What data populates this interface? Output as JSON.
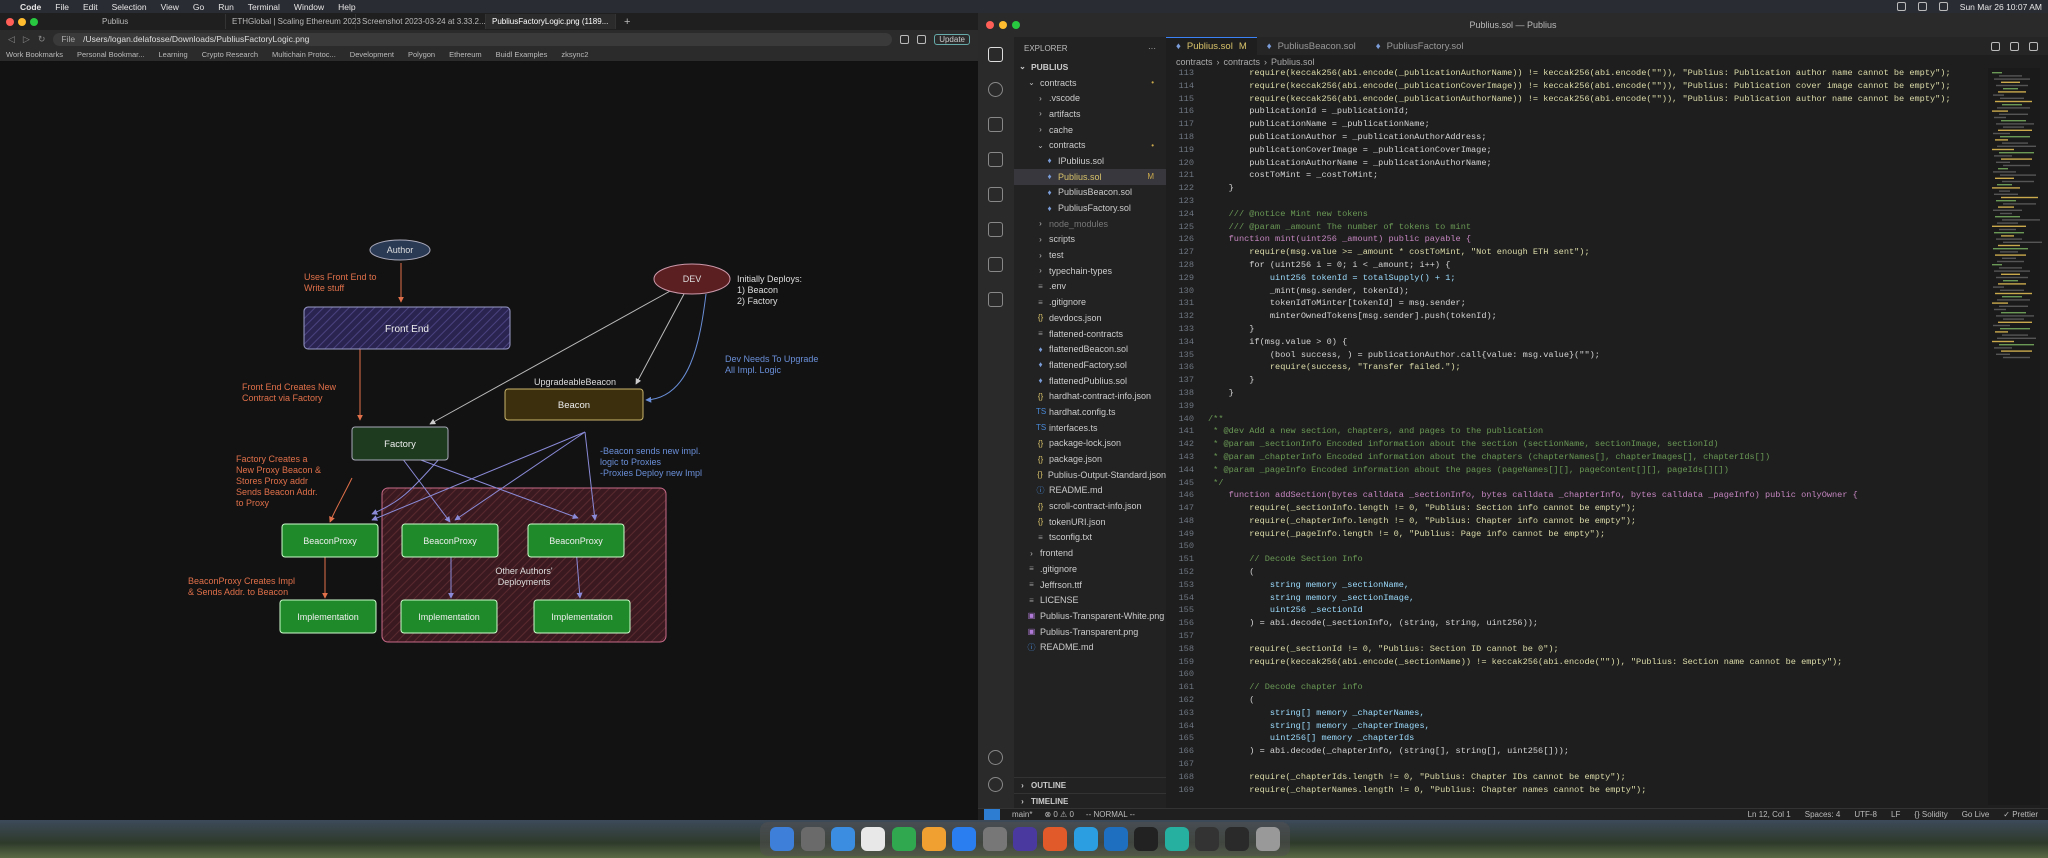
{
  "menubar": {
    "app": "Code",
    "items": [
      "File",
      "Edit",
      "Selection",
      "View",
      "Go",
      "Run",
      "Terminal",
      "Window",
      "Help"
    ],
    "datetime": "Sun Mar 26  10:07 AM"
  },
  "browser": {
    "tabs": [
      {
        "label": "Publius"
      },
      {
        "label": "ETHGlobal | Scaling Ethereum 2023"
      },
      {
        "label": "Screenshot 2023-03-24 at 3.33.2..."
      },
      {
        "label": "PubliusFactoryLogic.png (1189..."
      }
    ],
    "address_prefix": "File",
    "address": "/Users/logan.delafosse/Downloads/PubliusFactoryLogic.png",
    "update_label": "Update",
    "bookmarks": [
      "Work Bookmarks",
      "Personal Bookmar...",
      "Learning",
      "Crypto Research",
      "Multichain Protoc...",
      "Development",
      "Polygon",
      "Ethereum",
      "Buidl Examples",
      "zksync2"
    ]
  },
  "diagram": {
    "author": "Author",
    "dev": "DEV",
    "front_end": "Front End",
    "beacon_title": "UpgradeableBeacon",
    "beacon": "Beacon",
    "factory": "Factory",
    "proxy": "BeaconProxy",
    "implementation": "Implementation",
    "note_author": [
      "Uses Front End to",
      "Write stuff"
    ],
    "note_dev": [
      "Initially Deploys:",
      "1) Beacon",
      "2) Factory"
    ],
    "note_upgrade": [
      "Dev Needs To Upgrade",
      "All Impl. Logic"
    ],
    "note_frontend": [
      "Front End Creates New",
      "Contract via Factory"
    ],
    "note_factory": [
      "Factory Creates a",
      "New Proxy Beacon &",
      "Stores Proxy addr",
      "Sends Beacon Addr.",
      "to Proxy"
    ],
    "note_beacon": [
      "-Beacon sends new impl.",
      "logic to Proxies",
      "-Proxies Deploy new Impl"
    ],
    "note_proxy": [
      "BeaconProxy Creates Impl",
      "& Sends Addr. to Beacon"
    ],
    "note_other": [
      "Other Authors'",
      "Deployments"
    ]
  },
  "vscode": {
    "window_title": "Publius.sol — Publius",
    "explorer_title": "EXPLORER",
    "root": "PUBLIUS",
    "tree": [
      {
        "label": "contracts",
        "type": "folder-open",
        "indent": 1,
        "badge": "•"
      },
      {
        "label": ".vscode",
        "type": "folder",
        "indent": 2
      },
      {
        "label": "artifacts",
        "type": "folder",
        "indent": 2
      },
      {
        "label": "cache",
        "type": "folder",
        "indent": 2
      },
      {
        "label": "contracts",
        "type": "folder-open",
        "indent": 2,
        "badge": "•"
      },
      {
        "label": "IPublius.sol",
        "type": "sol",
        "indent": 3
      },
      {
        "label": "Publius.sol",
        "type": "sol",
        "indent": 3,
        "badge": "M",
        "selected": true
      },
      {
        "label": "PubliusBeacon.sol",
        "type": "sol",
        "indent": 3
      },
      {
        "label": "PubliusFactory.sol",
        "type": "sol",
        "indent": 3
      },
      {
        "label": "node_modules",
        "type": "folder",
        "indent": 2
      },
      {
        "label": "scripts",
        "type": "folder",
        "indent": 2
      },
      {
        "label": "test",
        "type": "folder",
        "indent": 2
      },
      {
        "label": "typechain-types",
        "type": "folder",
        "indent": 2
      },
      {
        "label": ".env",
        "type": "file",
        "indent": 2
      },
      {
        "label": ".gitignore",
        "type": "file",
        "indent": 2
      },
      {
        "label": "devdocs.json",
        "type": "json",
        "indent": 2
      },
      {
        "label": "flattened-contracts",
        "type": "file",
        "indent": 2
      },
      {
        "label": "flattenedBeacon.sol",
        "type": "sol",
        "indent": 2
      },
      {
        "label": "flattenedFactory.sol",
        "type": "sol",
        "indent": 2
      },
      {
        "label": "flattenedPublius.sol",
        "type": "sol",
        "indent": 2
      },
      {
        "label": "hardhat-contract-info.json",
        "type": "json",
        "indent": 2
      },
      {
        "label": "hardhat.config.ts",
        "type": "ts",
        "indent": 2
      },
      {
        "label": "interfaces.ts",
        "type": "ts",
        "indent": 2
      },
      {
        "label": "package-lock.json",
        "type": "json",
        "indent": 2
      },
      {
        "label": "package.json",
        "type": "json",
        "indent": 2
      },
      {
        "label": "Publius-Output-Standard.json",
        "type": "json",
        "indent": 2
      },
      {
        "label": "README.md",
        "type": "md",
        "indent": 2
      },
      {
        "label": "scroll-contract-info.json",
        "type": "json",
        "indent": 2
      },
      {
        "label": "tokenURI.json",
        "type": "json",
        "indent": 2
      },
      {
        "label": "tsconfig.txt",
        "type": "file",
        "indent": 2
      },
      {
        "label": "frontend",
        "type": "folder",
        "indent": 1
      },
      {
        "label": ".gitignore",
        "type": "file",
        "indent": 1
      },
      {
        "label": "Jeffrson.ttf",
        "type": "file",
        "indent": 1
      },
      {
        "label": "LICENSE",
        "type": "file",
        "indent": 1
      },
      {
        "label": "Publius-Transparent-White.png",
        "type": "img",
        "indent": 1
      },
      {
        "label": "Publius-Transparent.png",
        "type": "img",
        "indent": 1
      },
      {
        "label": "README.md",
        "type": "md",
        "indent": 1
      }
    ],
    "outline": "OUTLINE",
    "timeline": "TIMELINE",
    "tabs": [
      {
        "label": "Publius.sol",
        "badge": "M",
        "active": true
      },
      {
        "label": "PubliusBeacon.sol"
      },
      {
        "label": "PubliusFactory.sol"
      }
    ],
    "breadcrumbs": [
      "contracts",
      "contracts",
      "Publius.sol"
    ],
    "code_lines": [
      {
        "n": "113",
        "t": "        require(keccak256(abi.encode(_publicationAuthorName)) != keccak256(abi.encode(\"\")), \"Publius: Publication author name cannot be empty\");"
      },
      {
        "n": "114",
        "t": "        require(keccak256(abi.encode(_publicationCoverImage)) != keccak256(abi.encode(\"\")), \"Publius: Publication cover image cannot be empty\");"
      },
      {
        "n": "115",
        "t": "        require(keccak256(abi.encode(_publicationAuthorName)) != keccak256(abi.encode(\"\")), \"Publius: Publication author name cannot be empty\");"
      },
      {
        "n": "116",
        "t": "        publicationId = _publicationId;"
      },
      {
        "n": "117",
        "t": "        publicationName = _publicationName;"
      },
      {
        "n": "118",
        "t": "        publicationAuthor = _publicationAuthorAddress;"
      },
      {
        "n": "119",
        "t": "        publicationCoverImage = _publicationCoverImage;"
      },
      {
        "n": "120",
        "t": "        publicationAuthorName = _publicationAuthorName;"
      },
      {
        "n": "121",
        "t": "        costToMint = _costToMint;"
      },
      {
        "n": "122",
        "t": "    }"
      },
      {
        "n": "123",
        "t": ""
      },
      {
        "n": "124",
        "t": "    /// @notice Mint new tokens"
      },
      {
        "n": "125",
        "t": "    /// @param _amount The number of tokens to mint"
      },
      {
        "n": "126",
        "t": "    function mint(uint256 _amount) public payable {"
      },
      {
        "n": "127",
        "t": "        require(msg.value >= _amount * costToMint, \"Not enough ETH sent\");"
      },
      {
        "n": "128",
        "t": "        for (uint256 i = 0; i < _amount; i++) {"
      },
      {
        "n": "129",
        "t": "            uint256 tokenId = totalSupply() + 1;"
      },
      {
        "n": "130",
        "t": "            _mint(msg.sender, tokenId);"
      },
      {
        "n": "131",
        "t": "            tokenIdToMinter[tokenId] = msg.sender;"
      },
      {
        "n": "132",
        "t": "            minterOwnedTokens[msg.sender].push(tokenId);"
      },
      {
        "n": "133",
        "t": "        }"
      },
      {
        "n": "134",
        "t": "        if(msg.value > 0) {"
      },
      {
        "n": "135",
        "t": "            (bool success, ) = publicationAuthor.call{value: msg.value}(\"\");"
      },
      {
        "n": "136",
        "t": "            require(success, \"Transfer failed.\");"
      },
      {
        "n": "137",
        "t": "        }"
      },
      {
        "n": "138",
        "t": "    }"
      },
      {
        "n": "139",
        "t": ""
      },
      {
        "n": "140",
        "t": "/**"
      },
      {
        "n": "141",
        "t": " * @dev Add a new section, chapters, and pages to the publication"
      },
      {
        "n": "142",
        "t": " * @param _sectionInfo Encoded information about the section (sectionName, sectionImage, sectionId)"
      },
      {
        "n": "143",
        "t": " * @param _chapterInfo Encoded information about the chapters (chapterNames[], chapterImages[], chapterIds[])"
      },
      {
        "n": "144",
        "t": " * @param _pageInfo Encoded information about the pages (pageNames[][], pageContent[][], pageIds[][])"
      },
      {
        "n": "145",
        "t": " */"
      },
      {
        "n": "146",
        "t": "    function addSection(bytes calldata _sectionInfo, bytes calldata _chapterInfo, bytes calldata _pageInfo) public onlyOwner {"
      },
      {
        "n": "147",
        "t": "        require(_sectionInfo.length != 0, \"Publius: Section info cannot be empty\");"
      },
      {
        "n": "148",
        "t": "        require(_chapterInfo.length != 0, \"Publius: Chapter info cannot be empty\");"
      },
      {
        "n": "149",
        "t": "        require(_pageInfo.length != 0, \"Publius: Page info cannot be empty\");"
      },
      {
        "n": "150",
        "t": ""
      },
      {
        "n": "151",
        "t": "        // Decode Section Info"
      },
      {
        "n": "152",
        "t": "        ("
      },
      {
        "n": "153",
        "t": "            string memory _sectionName,"
      },
      {
        "n": "154",
        "t": "            string memory _sectionImage,"
      },
      {
        "n": "155",
        "t": "            uint256 _sectionId"
      },
      {
        "n": "156",
        "t": "        ) = abi.decode(_sectionInfo, (string, string, uint256));"
      },
      {
        "n": "157",
        "t": ""
      },
      {
        "n": "158",
        "t": "        require(_sectionId != 0, \"Publius: Section ID cannot be 0\");"
      },
      {
        "n": "159",
        "t": "        require(keccak256(abi.encode(_sectionName)) != keccak256(abi.encode(\"\")), \"Publius: Section name cannot be empty\");"
      },
      {
        "n": "160",
        "t": ""
      },
      {
        "n": "161",
        "t": "        // Decode chapter info"
      },
      {
        "n": "162",
        "t": "        ("
      },
      {
        "n": "163",
        "t": "            string[] memory _chapterNames,"
      },
      {
        "n": "164",
        "t": "            string[] memory _chapterImages,"
      },
      {
        "n": "165",
        "t": "            uint256[] memory _chapterIds"
      },
      {
        "n": "166",
        "t": "        ) = abi.decode(_chapterInfo, (string[], string[], uint256[]));"
      },
      {
        "n": "167",
        "t": ""
      },
      {
        "n": "168",
        "t": "        require(_chapterIds.length != 0, \"Publius: Chapter IDs cannot be empty\");"
      },
      {
        "n": "169",
        "t": "        require(_chapterNames.length != 0, \"Publius: Chapter names cannot be empty\");"
      }
    ],
    "status_left": [
      "main*",
      "⊗ 0 ⚠ 0",
      "-- NORMAL --"
    ],
    "status_right": [
      "Ln 12, Col 1",
      "Spaces: 4",
      "UTF-8",
      "LF",
      "{} Solidity",
      "Go Live",
      "✓ Prettier"
    ]
  },
  "colors": {
    "accent": "#3b82f6",
    "frontend": "#2f2a55",
    "beacon": "#3b2f0e",
    "factory": "#1e3b20",
    "proxy": "#1f8a2a",
    "dev": "#5b1f22",
    "author": "#2a3a55",
    "note": "#e0704a",
    "note_blue": "#6a8fd8"
  }
}
